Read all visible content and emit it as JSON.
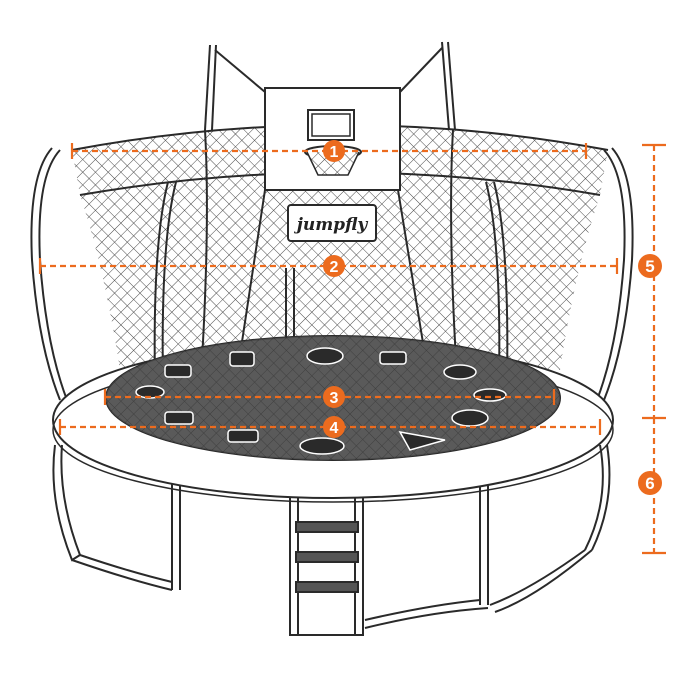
{
  "brand": {
    "name": "jumpfly"
  },
  "markers": [
    {
      "label": "1"
    },
    {
      "label": "2"
    },
    {
      "label": "3"
    },
    {
      "label": "4"
    },
    {
      "label": "5"
    },
    {
      "label": "6"
    }
  ],
  "colors": {
    "accent": "#ec6b1e",
    "outline": "#2a2a2a",
    "mat": "#3d3d3d",
    "net": "#555555",
    "background": "#ffffff"
  }
}
